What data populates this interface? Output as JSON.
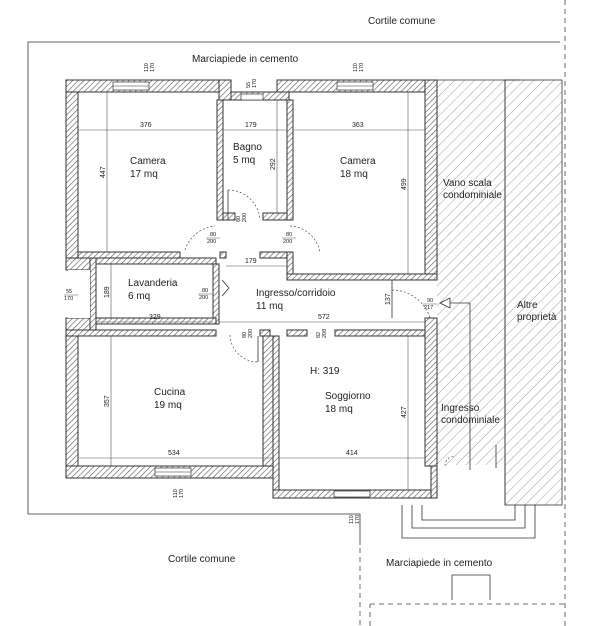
{
  "labels": {
    "cortile_top": "Cortile comune",
    "cortile_bottom": "Cortile comune",
    "marciapiede_top": "Marciapiede in cemento",
    "marciapiede_bottom": "Marciapiede in cemento",
    "vano_scala_1": "Vano scala",
    "vano_scala_2": "condominiale",
    "altre_1": "Altre",
    "altre_2": "proprietà",
    "ingresso_cond_1": "Ingresso",
    "ingresso_cond_2": "condominiale",
    "height": "H: 319"
  },
  "rooms": {
    "camera1": {
      "name": "Camera",
      "area": "17 mq"
    },
    "bagno": {
      "name": "Bagno",
      "area": "5 mq"
    },
    "camera2": {
      "name": "Camera",
      "area": "18 mq"
    },
    "lavanderia": {
      "name": "Lavanderia",
      "area": "6 mq"
    },
    "ingresso": {
      "name": "Ingresso/corridoio",
      "area": "11 mq"
    },
    "cucina": {
      "name": "Cucina",
      "area": "19 mq"
    },
    "soggiorno": {
      "name": "Soggiorno",
      "area": "18 mq"
    }
  },
  "dimensions": {
    "camera1_w": "376",
    "camera1_h": "447",
    "bagno_w": "179",
    "bagno_h": "292",
    "camera2_w": "363",
    "camera2_h": "499",
    "corridor_w": "179",
    "lavanderia_h": "189",
    "lavanderia_w": "329",
    "ingresso_w": "572",
    "ingresso_h": "137",
    "cucina_h": "357",
    "cucina_w": "534",
    "soggiorno_h": "427",
    "soggiorno_w": "414"
  },
  "openings": {
    "win_camera1": [
      "110",
      "170"
    ],
    "win_bagno": [
      "55",
      "170"
    ],
    "win_camera2": [
      "110",
      "170"
    ],
    "win_lavanderia": [
      "55",
      "170"
    ],
    "win_cucina": [
      "110",
      "170"
    ],
    "win_soggiorno": [
      "110",
      "170"
    ],
    "door_camera1": [
      "80",
      "200"
    ],
    "door_bagno": [
      "80",
      "200"
    ],
    "door_camera2": [
      "80",
      "200"
    ],
    "door_lavanderia": [
      "80",
      "200"
    ],
    "door_cucina": [
      "80",
      "200"
    ],
    "door_soggiorno": [
      "82",
      "208"
    ],
    "door_entrance": [
      "90",
      "217"
    ]
  }
}
